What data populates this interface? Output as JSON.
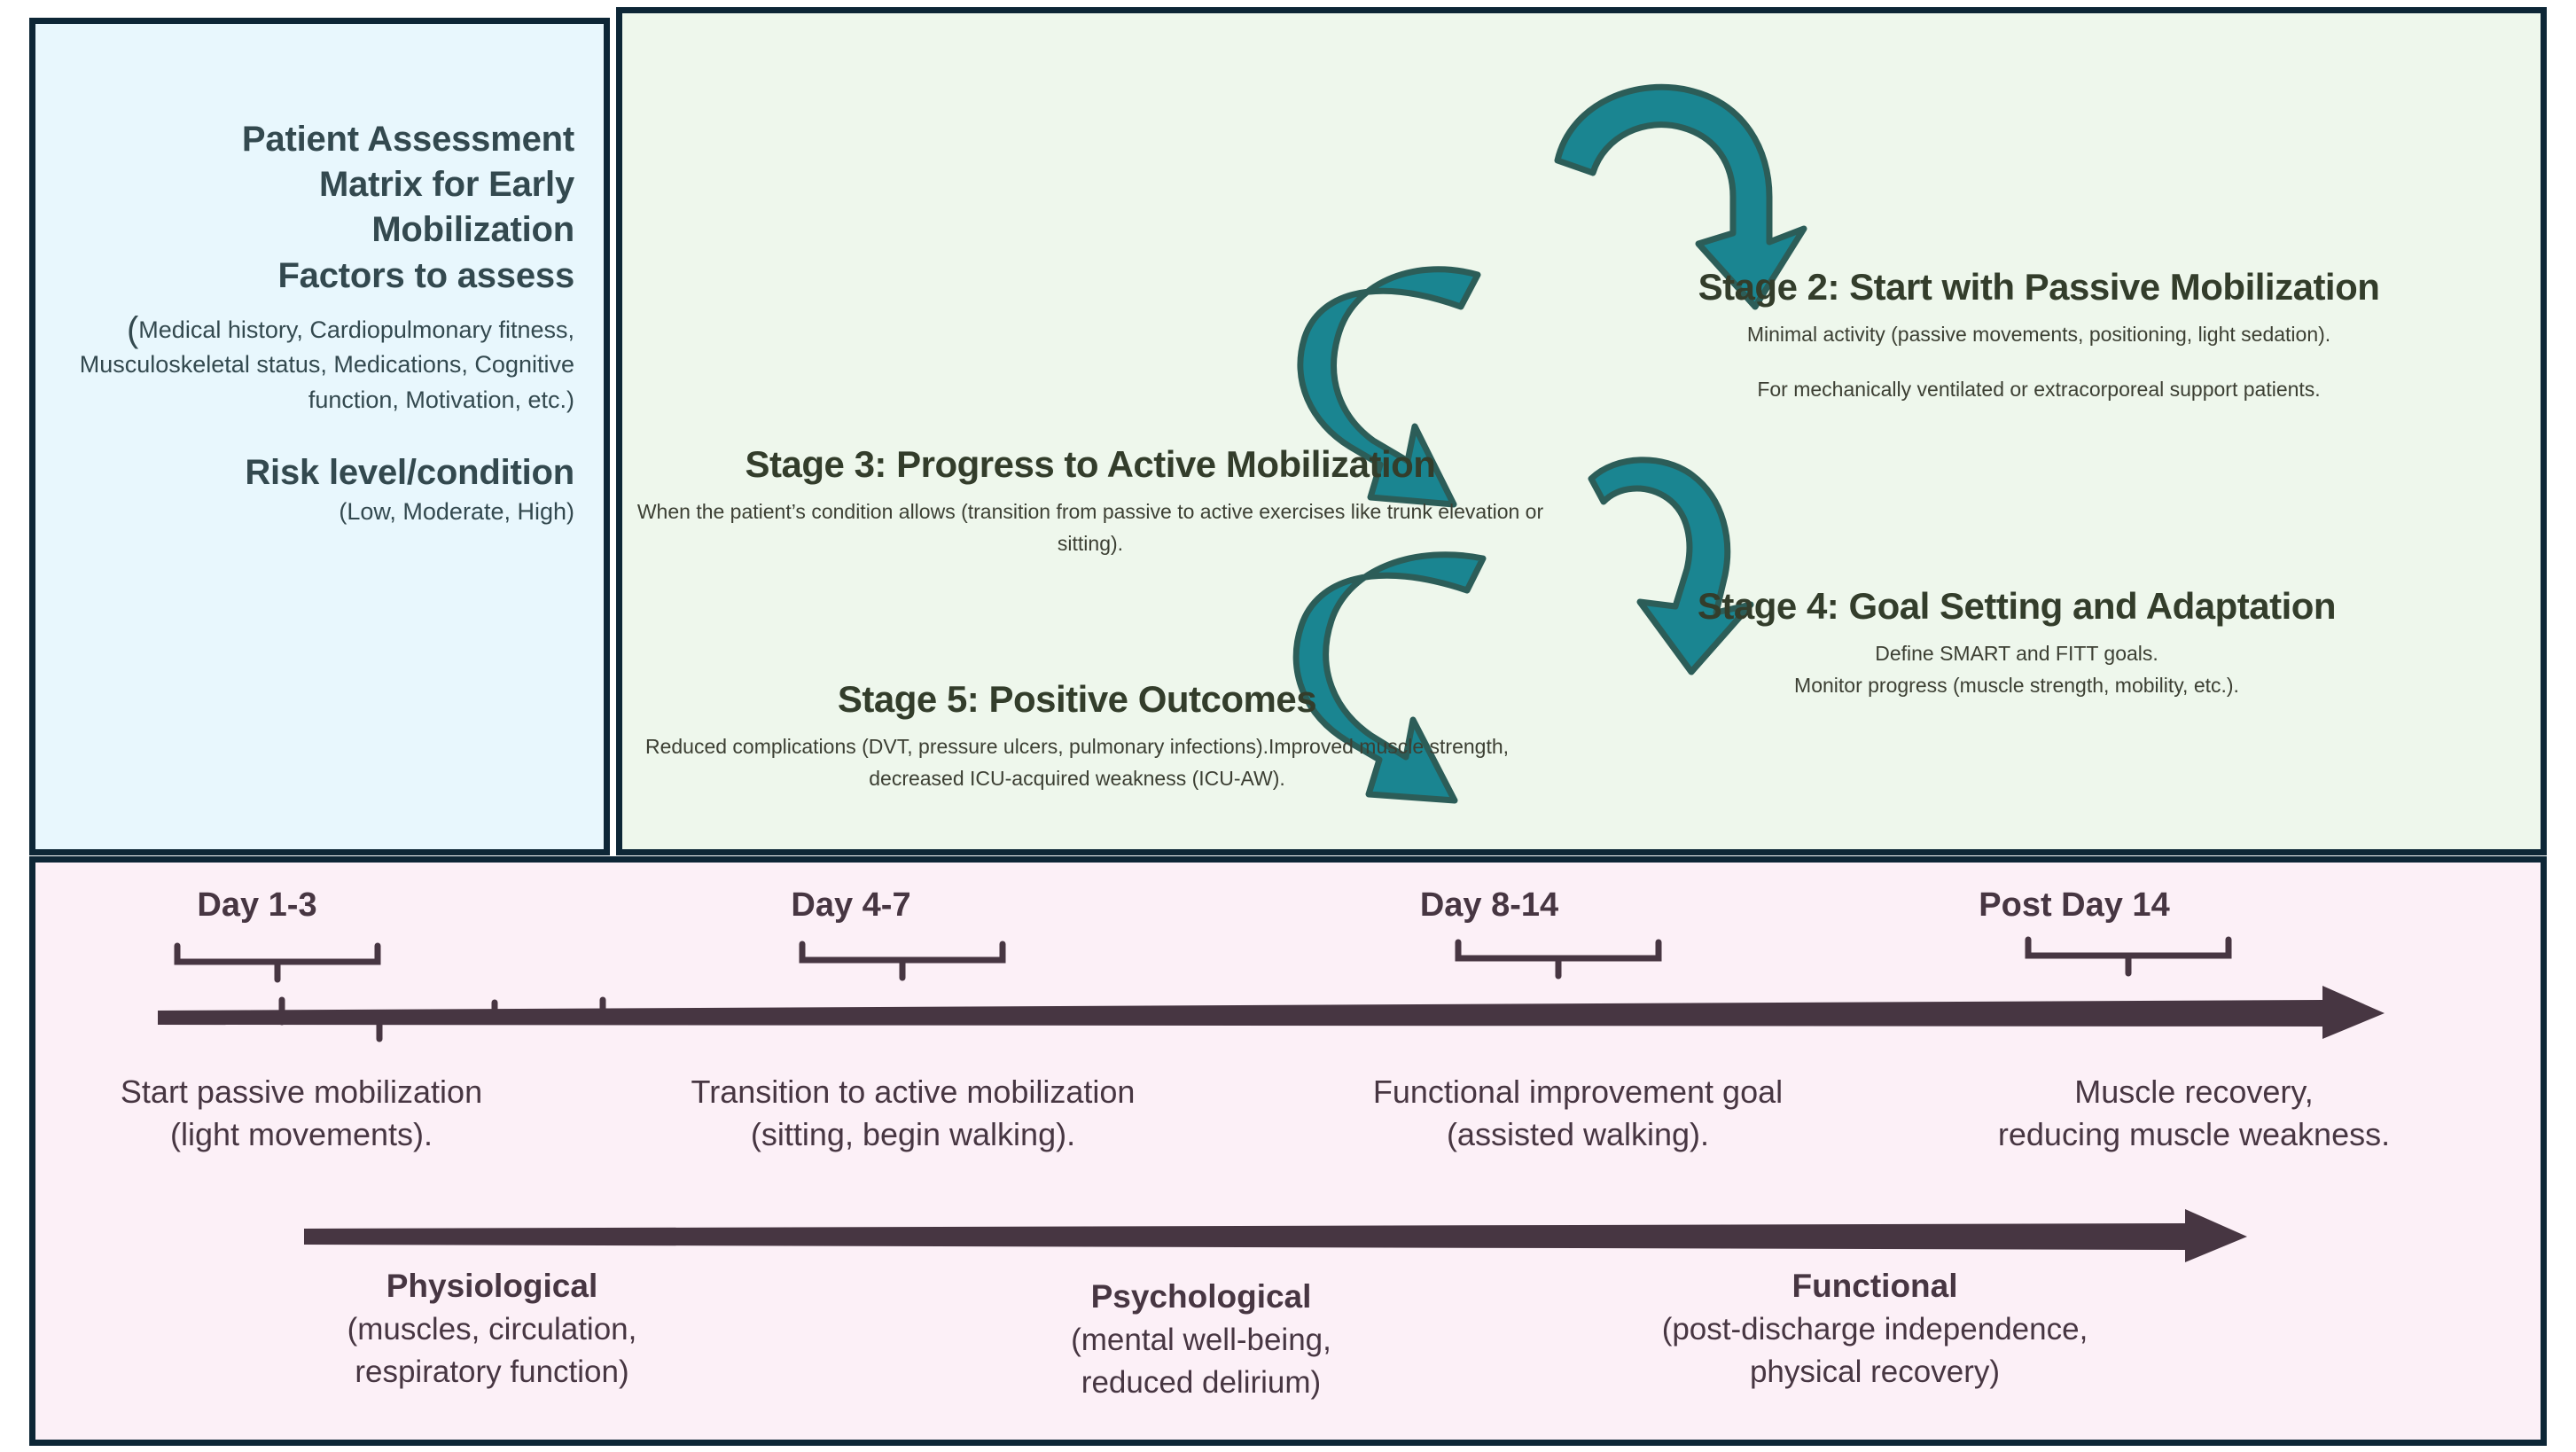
{
  "assessment": {
    "title_lines": [
      "Patient Assessment",
      "Matrix for Early",
      "Mobilization",
      "Factors to assess"
    ],
    "factors_text": "Medical history, Cardiopulmonary fitness, Musculoskeletal status, Medications, Cognitive function, Motivation, etc.)",
    "paren_open": "(",
    "risk_title": "Risk level/condition",
    "risk_sub": "(Low, Moderate, High)"
  },
  "stages": [
    {
      "id": "stage2",
      "title": "Stage 2: Start with Passive Mobilization",
      "line1": "Minimal activity (passive movements, positioning, light sedation).",
      "line2": "For mechanically ventilated or extracorporeal support patients."
    },
    {
      "id": "stage3",
      "title": "Stage 3: Progress to Active Mobilization",
      "line1": "When the patient’s condition allows (transition from passive to active exercises like trunk elevation or sitting).",
      "line2": ""
    },
    {
      "id": "stage4",
      "title": "Stage 4: Goal Setting and Adaptation",
      "line1": "Define SMART and FITT goals.",
      "line2": "Monitor progress (muscle strength, mobility, etc.)."
    },
    {
      "id": "stage5",
      "title": "Stage 5: Positive Outcomes",
      "line1": "Reduced complications (DVT, pressure ulcers, pulmonary infections).Improved muscle strength, decreased ICU-acquired weakness (ICU-AW).",
      "line2": ""
    }
  ],
  "timeline": {
    "days": [
      {
        "label": "Day 1-3"
      },
      {
        "label": "Day 4-7"
      },
      {
        "label": "Day 8-14"
      },
      {
        "label": "Post Day 14"
      }
    ],
    "descriptions": [
      {
        "line1": "Start passive mobilization",
        "line2": "(light movements)."
      },
      {
        "line1": "Transition to active mobilization",
        "line2": "(sitting, begin walking)."
      },
      {
        "line1": "Functional improvement goal",
        "line2": "(assisted walking)."
      },
      {
        "line1": "Muscle recovery,",
        "line2": "reducing muscle weakness."
      }
    ],
    "categories": [
      {
        "title": "Physiological",
        "sub1": "(muscles, circulation,",
        "sub2": "respiratory function)"
      },
      {
        "title": "Psychological",
        "sub1": "(mental well-being,",
        "sub2": "reduced delirium)"
      },
      {
        "title": "Functional",
        "sub1": "(post-discharge independence,",
        "sub2": "physical recovery)"
      }
    ]
  },
  "colors": {
    "panel_border": "#0d2636",
    "assessment_bg": "#e8f7fd",
    "stages_bg": "#eef7ec",
    "timeline_bg": "#fcf0f7",
    "arrow_teal": "#1a8591",
    "arrow_outline": "#2c5d58",
    "timeline_ink": "#473642",
    "heading_ink": "#333d2b",
    "assessment_ink": "#33494f"
  }
}
